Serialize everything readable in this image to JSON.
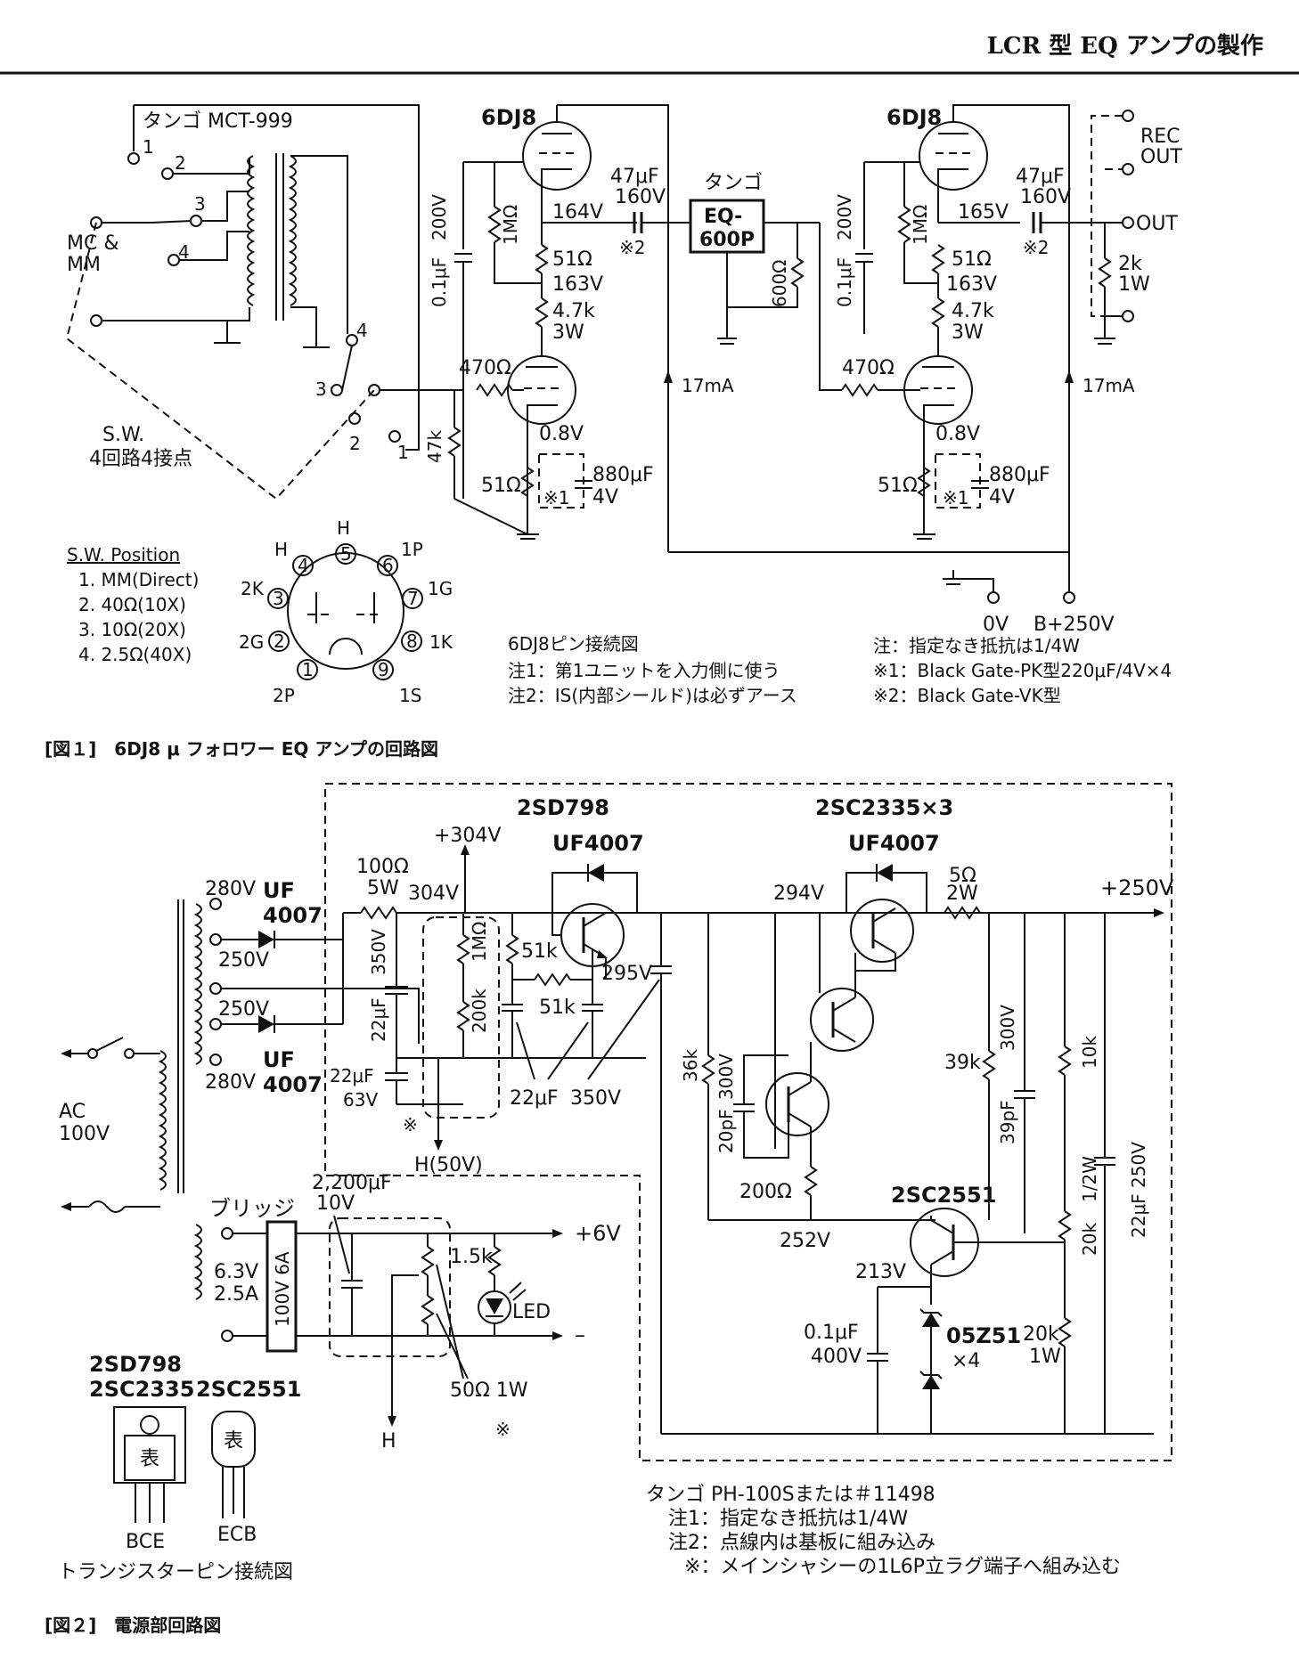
{
  "header": {
    "title": "LCR 型 EQ アンプの製作"
  },
  "fig1": {
    "caption": "[図１]　6DJ8 μ フォロワー EQ アンプの回路図",
    "transformer_label": "タンゴ MCT-999",
    "mc_mm_label_1": "MC &",
    "mc_mm_label_2": "MM",
    "sw_label_1": "S.W.",
    "sw_label_2": "4回路4接点",
    "tube_label": "6DJ8",
    "eq_label_1": "タンゴ",
    "eq_label_2": "EQ-",
    "eq_label_3": "600P",
    "rec_out_1": "REC",
    "rec_out_2": "OUT",
    "out": "OUT",
    "gnd_label": "0V",
    "bplus_label": "B+250V",
    "current": "17mA",
    "sw_position": {
      "title": "S.W. Position",
      "items": [
        "1.  MM(Direct)",
        "2.  40Ω(10X)",
        "3.  10Ω(20X)",
        "4.  2.5Ω(40X)"
      ]
    },
    "pin_notes": [
      "6DJ8ピン接続図",
      "注1：第1ユニットを入力側に使う",
      "注2：IS(内部シールド)は必ずアース"
    ],
    "res_notes": [
      "注：指定なき抵抗は1/4W",
      "※1：Black Gate-PK型220μF/4V×4",
      "※2：Black Gate-VK型"
    ],
    "pins": [
      "H",
      "H",
      "1P",
      "2K",
      "1G",
      "2G",
      "1K",
      "2P",
      "1S"
    ],
    "pin_numbers": [
      "1",
      "2",
      "3",
      "4",
      "5",
      "6",
      "7",
      "8",
      "9"
    ],
    "values": {
      "c01": "0.1μF",
      "c01v": "200V",
      "r1m": "1MΩ",
      "v164": "164V",
      "v165": "165V",
      "r51": "51Ω",
      "v163": "163V",
      "r47k": "4.7k",
      "w3": "3W",
      "r470": "470Ω",
      "r47k2": "47k",
      "v08": "0.8V",
      "c880": "880μF",
      "v4": "4V",
      "ast1": "※1",
      "c47": "47μF",
      "v160": "160V",
      "ast2": "※2",
      "r600": "600Ω",
      "r2k": "2k",
      "w1": "1W",
      "sw_num1": "1",
      "sw_num2": "2",
      "sw_num3": "3",
      "sw_num4": "4"
    }
  },
  "fig2": {
    "caption": "[図２]　電源部回路図",
    "plus304": "+304V",
    "plus250": "+250V",
    "plus6v": "+6V",
    "minus": "–",
    "ac_label_1": "AC",
    "ac_label_2": "100V",
    "bridge": "ブリッジ",
    "bridge_rating": "100V 6A",
    "heater_1": "6.3V",
    "heater_2": "2.5A",
    "h50": "H(50V)",
    "h": "H",
    "led": "LED",
    "values": {
      "v280": "280V",
      "v250": "250V",
      "uf": "UF",
      "uf4007": "4007",
      "uf4007b": "UF4007",
      "r100": "100Ω",
      "w5": "5W",
      "v304": "304V",
      "c350": "350V",
      "c22": "22μF",
      "r1m": "1MΩ",
      "r200k": "200k",
      "r51k": "51k",
      "v295": "295V",
      "c22b": "22μF",
      "c63": "63V",
      "r36k": "36k",
      "c300": "300V",
      "c20p": "20pF",
      "r200": "200Ω",
      "v252": "252V",
      "v294": "294V",
      "r5": "5Ω",
      "w2": "2W",
      "r39k": "39k",
      "c39p": "39pF",
      "r10k": "10k",
      "r20k": "20k",
      "r12w": "1/2W",
      "c22v250": "22μF 250V",
      "r20k1w": "20k",
      "w1": "1W",
      "v213": "213V",
      "c01": "0.1μF",
      "v400": "400V",
      "zener": "05Z51",
      "x4": "×4",
      "c2200": "2,200μF",
      "v10": "10V",
      "r15k": "1.5k",
      "r50": "50Ω 1W",
      "ast": "※"
    },
    "transistors": {
      "t1": "2SD798",
      "t2": "2SC2335×3",
      "t3": "2SC2551"
    },
    "pinout": {
      "title": "トランジスターピン接続図",
      "left_name_1": "2SD798",
      "left_name_2": "2SC2335",
      "right_name": "2SC2551",
      "face": "表",
      "left_pins": "BCE",
      "right_pins": "ECB"
    },
    "notes": [
      "タンゴ PH-100Sまたは＃11498",
      "注1：指定なき抵抗は1/4W",
      "注2：点線内は基板に組み込み",
      "※：メインシャシーの1L6P立ラグ端子へ組み込む"
    ]
  }
}
